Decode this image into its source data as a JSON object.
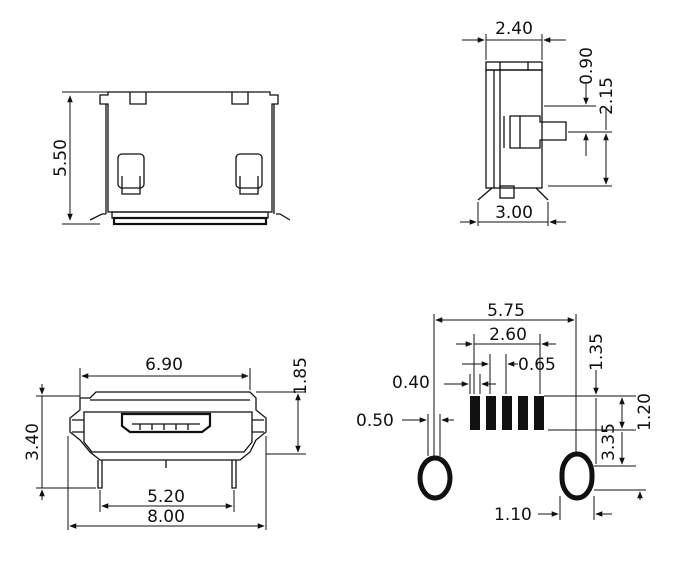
{
  "views": {
    "front": {
      "height_label": "5.50"
    },
    "side": {
      "width_top_label": "2.40",
      "dim_a_label": "0.90",
      "dim_b_label": "2.15",
      "width_bottom_label": "3.00"
    },
    "bottom": {
      "width_top_label": "6.90",
      "height_right_label": "1.85",
      "height_left_label": "3.40",
      "pin_span_label": "5.20",
      "overall_width_label": "8.00"
    },
    "footprint": {
      "overall_label": "5.75",
      "pad_span_label": "2.60",
      "pitch_label": "0.65",
      "pad_width_label": "0.40",
      "slot_width_label": "0.50",
      "offset_label": "1.35",
      "pad_length_label": "1.20",
      "slot_offset_label": "3.35",
      "slot_length_label": "1.10"
    }
  }
}
